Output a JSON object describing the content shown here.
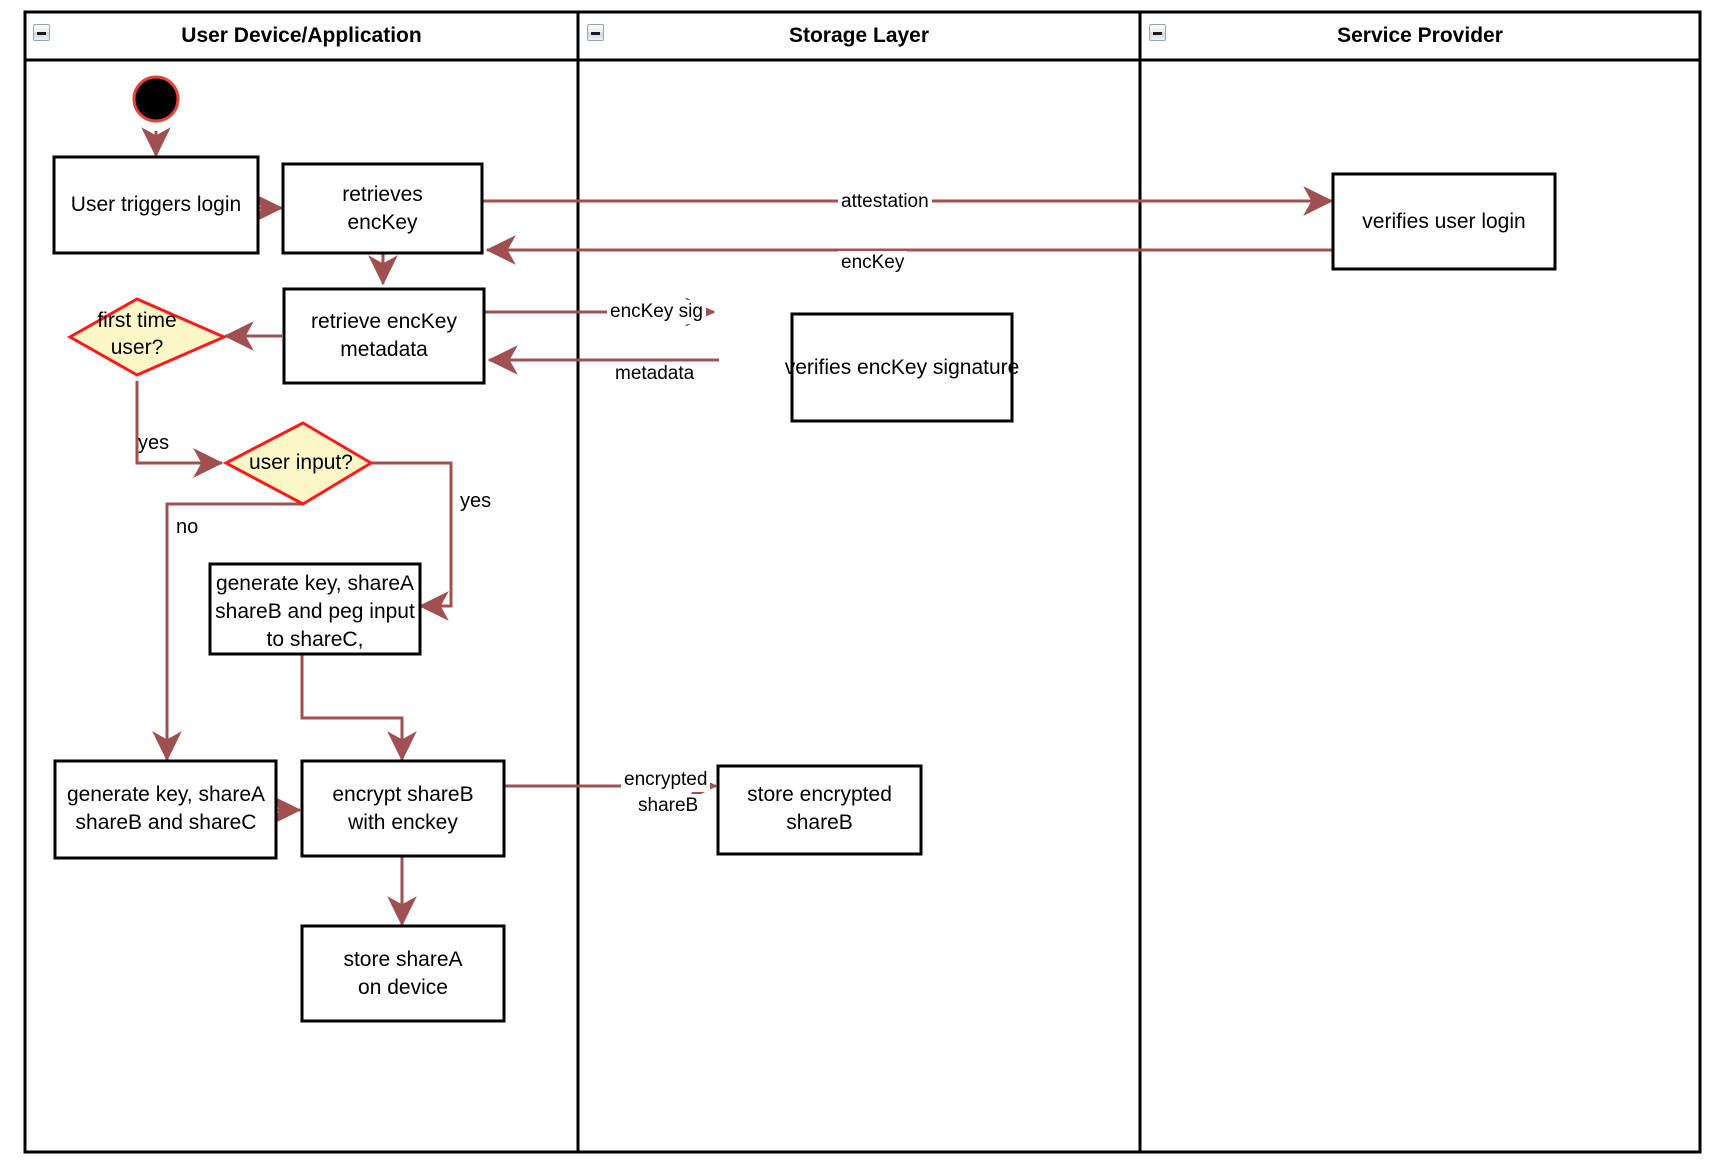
{
  "diagram": {
    "type": "uml-activity-swimlane",
    "title": "",
    "colors": {
      "edge": "#a05050",
      "decision_fill": "#fdf7c8",
      "decision_stroke": "#ff1a1a",
      "start_fill": "#000000",
      "start_stroke": "#e8403a",
      "node_stroke": "#000000",
      "lane_border": "#000000",
      "text": "#000000"
    },
    "lanes": [
      {
        "id": "user-device",
        "label": "User Device/Application",
        "collapse_icon": "collapse-minus-icon"
      },
      {
        "id": "storage-layer",
        "label": "Storage Layer",
        "collapse_icon": "collapse-minus-icon"
      },
      {
        "id": "service-provider",
        "label": "Service Provider",
        "collapse_icon": "collapse-minus-icon"
      }
    ],
    "nodes": [
      {
        "id": "start",
        "kind": "initial-node",
        "label": ""
      },
      {
        "id": "user-triggers-login",
        "kind": "action",
        "label": "User triggers login"
      },
      {
        "id": "retrieves-enckey",
        "kind": "action",
        "label": "retrieves\nencKey"
      },
      {
        "id": "verifies-user-login",
        "kind": "action",
        "label": "verifies user login"
      },
      {
        "id": "retrieve-enckey-metadata",
        "kind": "action",
        "label": "retrieve encKey\nmetadata"
      },
      {
        "id": "verifies-enckey-signature",
        "kind": "action",
        "label": "verifies encKey signature"
      },
      {
        "id": "first-time-user",
        "kind": "decision",
        "label": "first time\nuser?"
      },
      {
        "id": "user-input",
        "kind": "decision",
        "label": "user input?"
      },
      {
        "id": "generate-peg",
        "kind": "action",
        "label": "generate key, shareA\nshareB and peg input\nto shareC,"
      },
      {
        "id": "generate-shares",
        "kind": "action",
        "label": "generate key, shareA\nshareB and shareC"
      },
      {
        "id": "encrypt-shareb",
        "kind": "action",
        "label": "encrypt shareB\nwith enckey"
      },
      {
        "id": "store-encrypted-shareb",
        "kind": "action",
        "label": "store encrypted\nshareB"
      },
      {
        "id": "store-sharea",
        "kind": "action",
        "label": "store shareA\non device"
      }
    ],
    "node_text": {
      "user_triggers_login": "User triggers login",
      "retrieves_enckey_l1": "retrieves",
      "retrieves_enckey_l2": "encKey",
      "verifies_user_login": "verifies user login",
      "retrieve_metadata_l1": "retrieve encKey",
      "retrieve_metadata_l2": "metadata",
      "verifies_enckey_signature": "verifies encKey signature",
      "first_time_user_l1": "first time",
      "first_time_user_l2": "user?",
      "user_input": "user input?",
      "generate_peg_l1": "generate key, shareA",
      "generate_peg_l2": "shareB and peg input",
      "generate_peg_l3": "to shareC,",
      "generate_shares_l1": "generate key, shareA",
      "generate_shares_l2": "shareB and shareC",
      "encrypt_shareb_l1": "encrypt shareB",
      "encrypt_shareb_l2": "with enckey",
      "store_encrypted_l1": "store encrypted",
      "store_encrypted_l2": "shareB",
      "store_sharea_l1": "store shareA",
      "store_sharea_l2": "on device"
    },
    "edge_labels": {
      "attestation": "attestation",
      "enckey": "encKey",
      "enckey_sig": "encKey sig",
      "metadata": "metadata",
      "encrypted_shareb_l1": "encrypted",
      "encrypted_shareb_l2": "shareB",
      "yes_first_time": "yes",
      "yes_user_input": "yes",
      "no_user_input": "no"
    },
    "edges": [
      {
        "from": "start",
        "to": "user-triggers-login",
        "label": ""
      },
      {
        "from": "user-triggers-login",
        "to": "retrieves-enckey",
        "label": ""
      },
      {
        "from": "retrieves-enckey",
        "to": "verifies-user-login",
        "label": "attestation"
      },
      {
        "from": "verifies-user-login",
        "to": "retrieves-enckey",
        "label": "encKey"
      },
      {
        "from": "retrieves-enckey",
        "to": "retrieve-enckey-metadata",
        "label": ""
      },
      {
        "from": "retrieve-enckey-metadata",
        "to": "verifies-enckey-signature",
        "label": "encKey sig"
      },
      {
        "from": "verifies-enckey-signature",
        "to": "retrieve-enckey-metadata",
        "label": "metadata"
      },
      {
        "from": "retrieve-enckey-metadata",
        "to": "first-time-user",
        "label": ""
      },
      {
        "from": "first-time-user",
        "to": "user-input",
        "label": "yes"
      },
      {
        "from": "user-input",
        "to": "generate-peg",
        "label": "yes"
      },
      {
        "from": "user-input",
        "to": "generate-shares",
        "label": "no"
      },
      {
        "from": "generate-peg",
        "to": "encrypt-shareb",
        "label": ""
      },
      {
        "from": "generate-shares",
        "to": "encrypt-shareb",
        "label": ""
      },
      {
        "from": "encrypt-shareb",
        "to": "store-encrypted-shareb",
        "label": "encrypted shareB"
      },
      {
        "from": "encrypt-shareb",
        "to": "store-sharea",
        "label": ""
      }
    ]
  }
}
